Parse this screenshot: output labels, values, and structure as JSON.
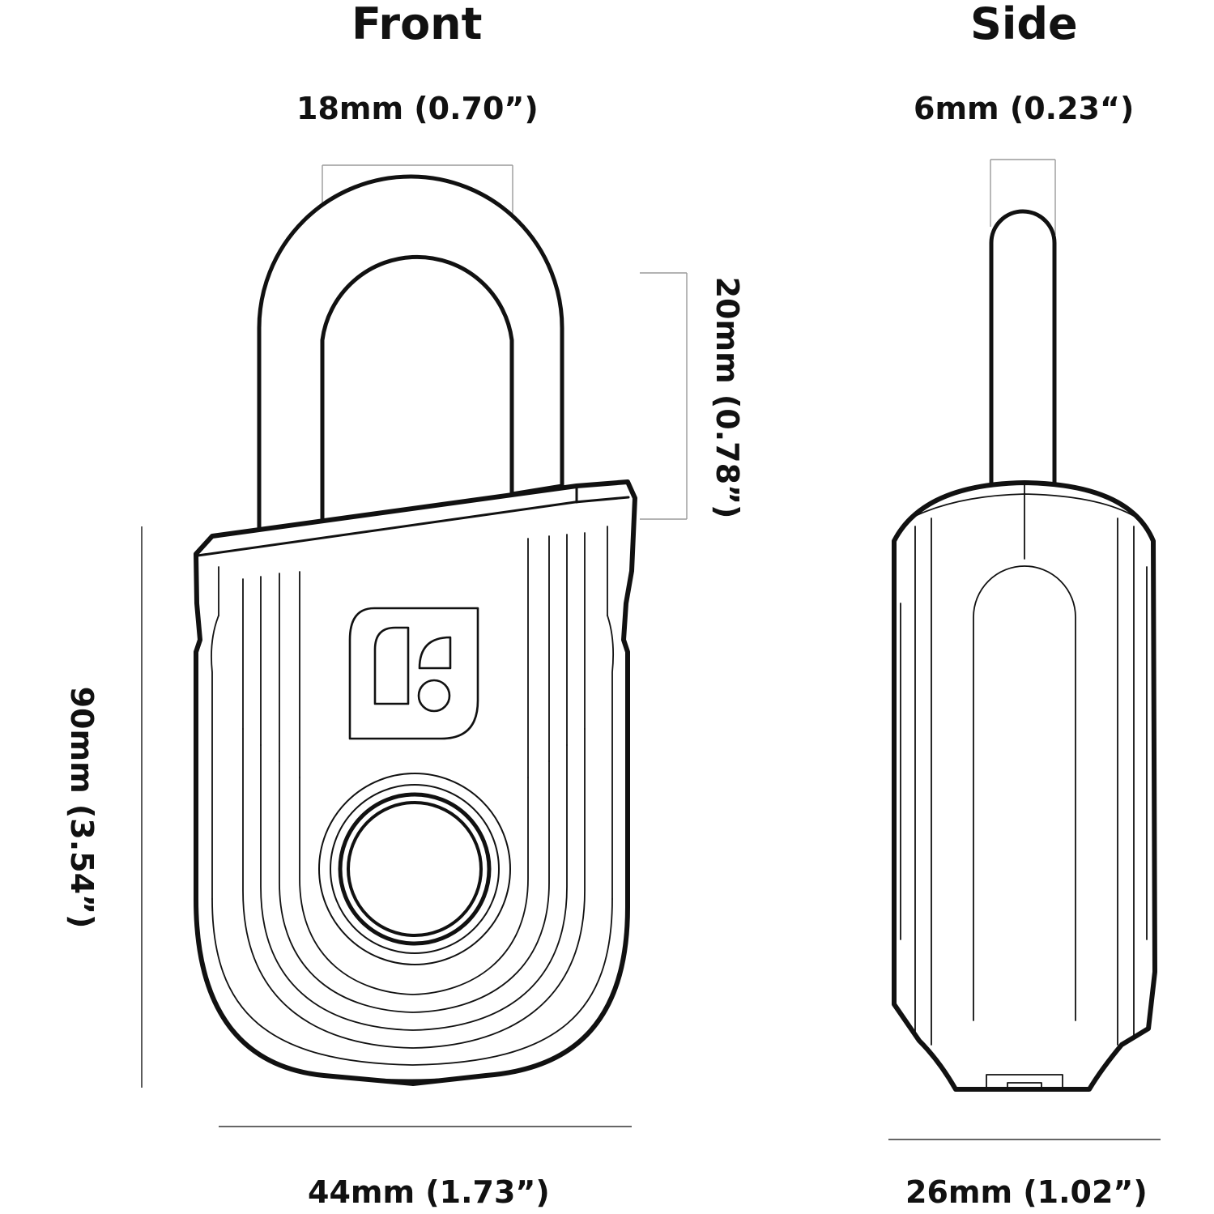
{
  "views": {
    "front": {
      "title": "Front"
    },
    "side": {
      "title": "Side"
    }
  },
  "dimensions": {
    "front_shackle_width": "18mm (0.70”)",
    "shackle_clearance_height": "20mm (0.78”)",
    "body_height": "90mm (3.54”)",
    "front_width": "44mm (1.73”)",
    "side_shackle_thickness": "6mm (0.23“)",
    "side_width": "26mm (1.02”)"
  },
  "colors": {
    "ink": "#111111",
    "guide": "#9a9a9a",
    "background": "#ffffff"
  }
}
